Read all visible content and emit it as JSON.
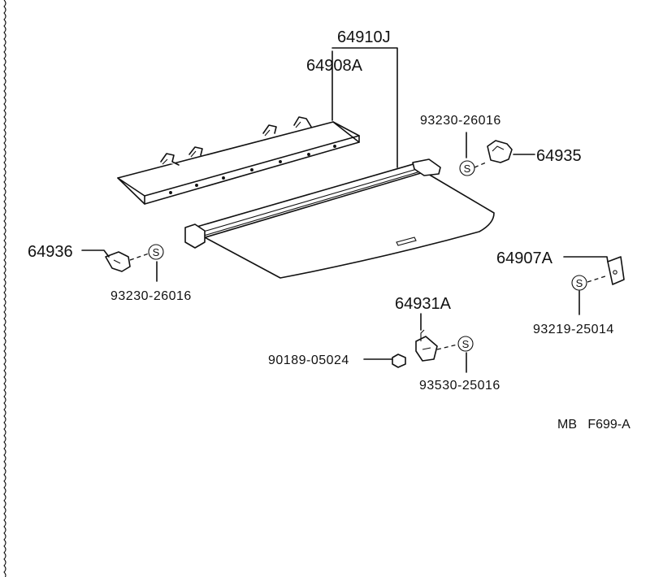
{
  "diagram": {
    "labels": {
      "p64910J": "64910J",
      "p64908A": "64908A",
      "p93230_26016_a": "93230-26016",
      "p64935": "64935",
      "p64936": "64936",
      "p93230_26016_b": "93230-26016",
      "p64907A": "64907A",
      "p93219_25014": "93219-25014",
      "p64931A": "64931A",
      "p90189_05024": "90189-05024",
      "p93530_25016": "93530-25016"
    },
    "s_symbol": "S",
    "footer_code": "MB   F699-A"
  }
}
